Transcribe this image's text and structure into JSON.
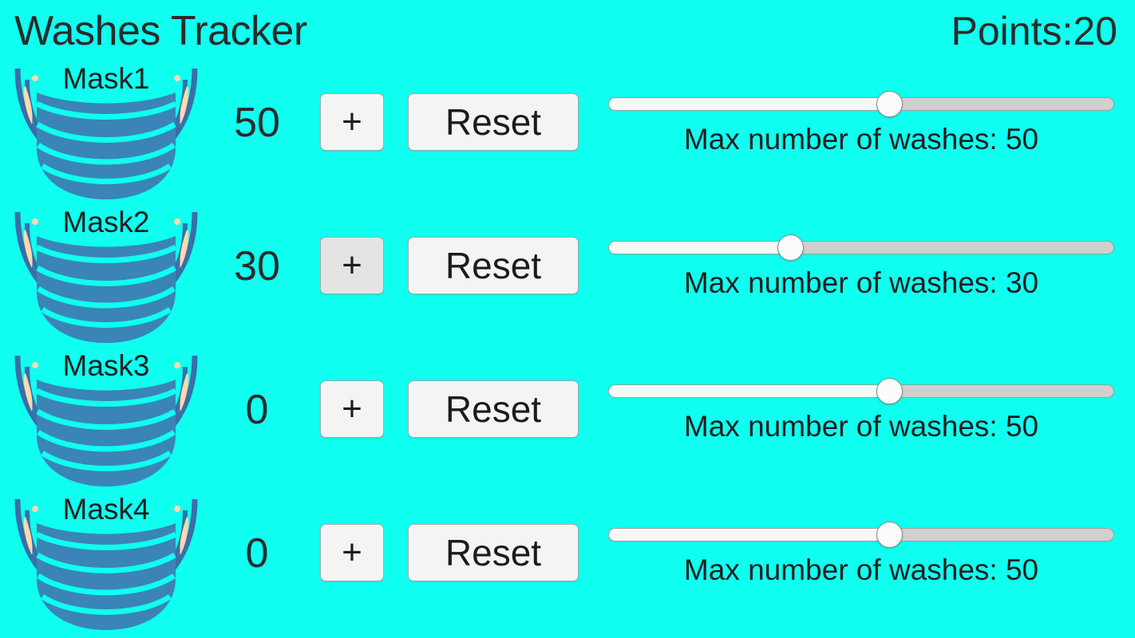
{
  "header": {
    "title": "Washes Tracker",
    "points_label": "Points:20"
  },
  "colors": {
    "background": "#0ffff0",
    "text": "#2b2b2b",
    "button_face": "#f4f4f4",
    "button_face_active": "#e4e4e4",
    "mask_body": "#3a84b8",
    "mask_strap": "#3a6ea8",
    "mask_ear": "#ffd9ae",
    "slider_track": "#d0d0d0",
    "slider_fill": "#f6f7f7",
    "slider_thumb": "#fbfbfb"
  },
  "slider": {
    "min": 0,
    "max": 90
  },
  "rows": [
    {
      "mask_label": "Mask1",
      "count": "50",
      "plus_label": "+",
      "reset_label": "Reset",
      "plus_active": false,
      "max_washes": 50,
      "slider_percent": 55.5,
      "caption": "Max number of washes: 50"
    },
    {
      "mask_label": "Mask2",
      "count": "30",
      "plus_label": "+",
      "reset_label": "Reset",
      "plus_active": true,
      "max_washes": 30,
      "slider_percent": 36.0,
      "caption": "Max number of washes: 30"
    },
    {
      "mask_label": "Mask3",
      "count": "0",
      "plus_label": "+",
      "reset_label": "Reset",
      "plus_active": false,
      "max_washes": 50,
      "slider_percent": 55.5,
      "caption": "Max number of washes: 50"
    },
    {
      "mask_label": "Mask4",
      "count": "0",
      "plus_label": "+",
      "reset_label": "Reset",
      "plus_active": false,
      "max_washes": 50,
      "slider_percent": 55.5,
      "caption": "Max number of washes: 50"
    }
  ]
}
